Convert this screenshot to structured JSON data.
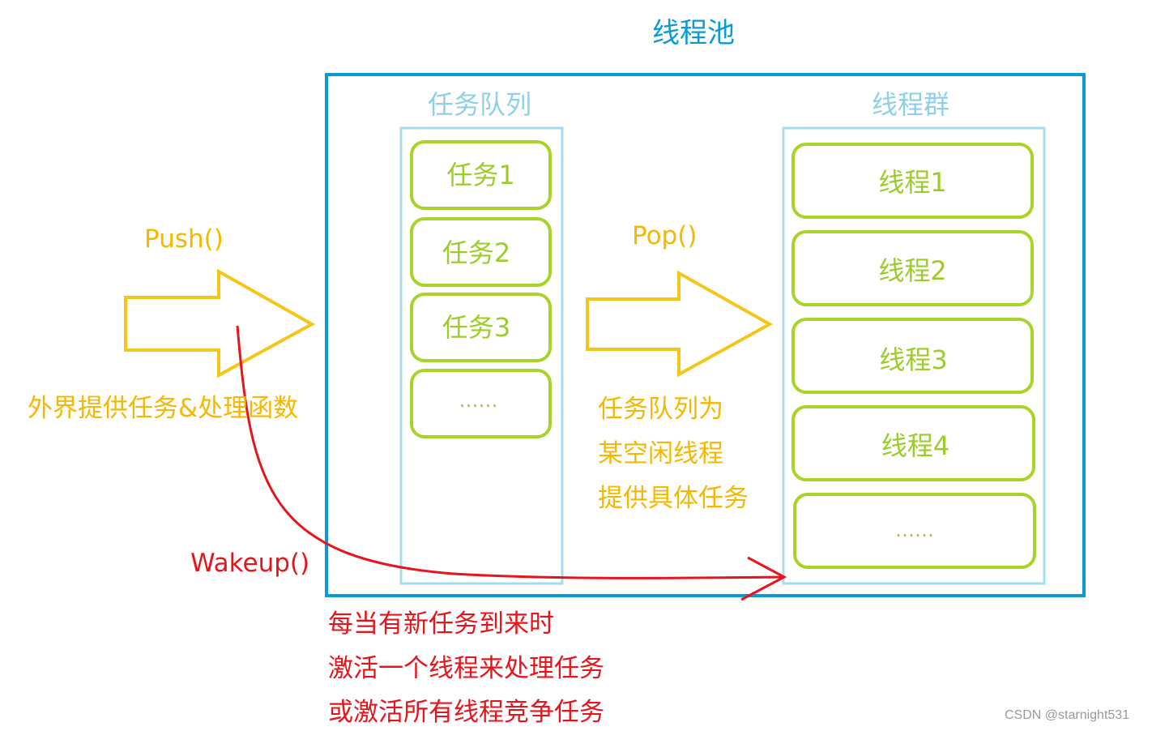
{
  "title": "线程池",
  "task_queue": {
    "label": "任务队列",
    "items": [
      "任务1",
      "任务2",
      "任务3",
      "……"
    ]
  },
  "thread_group": {
    "label": "线程群",
    "items": [
      "线程1",
      "线程2",
      "线程3",
      "线程4",
      "……"
    ]
  },
  "push": {
    "label": "Push()",
    "caption": "外界提供任务&处理函数"
  },
  "pop": {
    "label": "Pop()",
    "caption_lines": [
      "任务队列为",
      "某空闲线程",
      "提供具体任务"
    ]
  },
  "wakeup": {
    "label": "Wakeup()",
    "caption_lines": [
      "每当有新任务到来时",
      "激活一个线程来处理任务",
      "或激活所有线程竞争任务"
    ]
  },
  "watermark": "CSDN @starnight531",
  "colors": {
    "pool_border": "#0b9ad6",
    "container_border": "#a8dcec",
    "item_border": "#a8d42a",
    "arrow": "#f5c518",
    "wakeup": "#e8141b"
  }
}
